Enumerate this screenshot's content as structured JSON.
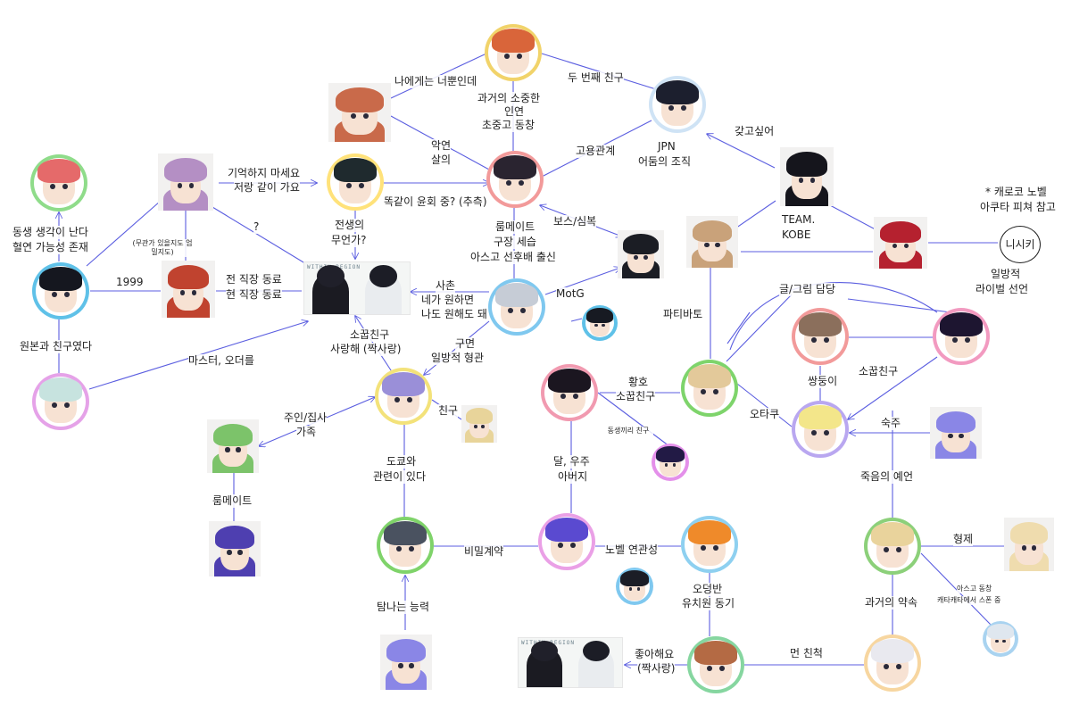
{
  "diagram": {
    "type": "character-relationship-map",
    "nodes": [
      {
        "id": "n_top",
        "shape": "round",
        "hair": "#d9653a",
        "ring": "#f1d36a"
      },
      {
        "id": "n_photo_top",
        "shape": "square",
        "hair": "#c96a4a",
        "ring": "#f5e6df"
      },
      {
        "id": "n_blackhair_top",
        "shape": "round",
        "hair": "#1c1f2e",
        "ring": "#cfe3f5"
      },
      {
        "id": "n_pink",
        "shape": "round",
        "hair": "#e56a6a",
        "ring": "#8fdc8a"
      },
      {
        "id": "n_lilac_sq",
        "shape": "square",
        "hair": "#b48fc4",
        "ring": "#e8e3ea"
      },
      {
        "id": "n_curly",
        "shape": "round",
        "hair": "#1f2a2e",
        "ring": "#ffe27a"
      },
      {
        "id": "n_center",
        "shape": "round",
        "hair": "#2a2430",
        "ring": "#f29a9a"
      },
      {
        "id": "n_longhair",
        "shape": "square",
        "hair": "#15151c",
        "ring": "#ececec"
      },
      {
        "id": "n_black_left",
        "shape": "round",
        "hair": "#15171f",
        "ring": "#5fc1e8"
      },
      {
        "id": "n_redhead_sq",
        "shape": "square",
        "hair": "#c0432f",
        "ring": "#ffffff"
      },
      {
        "id": "n_silver",
        "shape": "round",
        "hair": "#c6ccd6",
        "ring": "#7fc8ef"
      },
      {
        "id": "n_suit_sq",
        "shape": "square",
        "hair": "#1b1d24",
        "ring": "#ffffff"
      },
      {
        "id": "n_small_black",
        "shape": "round",
        "hair": "#171a22",
        "ring": "#5fc1e8"
      },
      {
        "id": "n_tan_sq",
        "shape": "square",
        "hair": "#c9a27a",
        "ring": "#e5f0dc"
      },
      {
        "id": "n_red_sq",
        "shape": "square",
        "hair": "#b5212f",
        "ring": "#e8f0e6"
      },
      {
        "id": "n_mint",
        "shape": "round",
        "hair": "#c7e3df",
        "ring": "#e5a2e8"
      },
      {
        "id": "n_purple",
        "shape": "round",
        "hair": "#9a8fd8",
        "ring": "#f3e27a"
      },
      {
        "id": "n_green_sq",
        "shape": "square",
        "hair": "#7cc36a",
        "ring": "#ffffff"
      },
      {
        "id": "n_blonde_small",
        "shape": "square",
        "hair": "#e8d49a",
        "ring": "#ffffff"
      },
      {
        "id": "n_black_pink",
        "shape": "round",
        "hair": "#1b1620",
        "ring": "#f19ab0"
      },
      {
        "id": "n_blonde_green",
        "shape": "round",
        "hair": "#e3c99a",
        "ring": "#7ed46b"
      },
      {
        "id": "n_mixed",
        "shape": "round",
        "hair": "#8b6f5c",
        "ring": "#f29a9a"
      },
      {
        "id": "n_dark_purple",
        "shape": "round",
        "hair": "#1d1530",
        "ring": "#f29ac0"
      },
      {
        "id": "n_yellow",
        "shape": "round",
        "hair": "#f3e68a",
        "ring": "#b9a7f0"
      },
      {
        "id": "n_glow_sq",
        "shape": "square",
        "hair": "#8a86e6",
        "ring": "#ffffff"
      },
      {
        "id": "n_purple_round_sm",
        "shape": "round",
        "hair": "#221a45",
        "ring": "#e490ea"
      },
      {
        "id": "n_indigo",
        "shape": "square",
        "hair": "#4e3fb0",
        "ring": "#ffffff"
      },
      {
        "id": "n_grey",
        "shape": "round",
        "hair": "#4a5260",
        "ring": "#7fd36a"
      },
      {
        "id": "n_blue_purple",
        "shape": "round",
        "hair": "#5a4ad0",
        "ring": "#eaa0e6"
      },
      {
        "id": "n_orange",
        "shape": "round",
        "hair": "#ef8a2a",
        "ring": "#8ed0f0"
      },
      {
        "id": "n_small_dark2",
        "shape": "round",
        "hair": "#1b1d26",
        "ring": "#7fc8ef"
      },
      {
        "id": "n_blonde_round",
        "shape": "round",
        "hair": "#e9d39c",
        "ring": "#8cd07a"
      },
      {
        "id": "n_blonde_sq2",
        "shape": "square",
        "hair": "#efdcae",
        "ring": "#ffffff"
      },
      {
        "id": "n_silver_sm",
        "shape": "round",
        "hair": "#dfe7ef",
        "ring": "#a9d3f0"
      },
      {
        "id": "n_white",
        "shape": "round",
        "hair": "#e9e9ef",
        "ring": "#f7d6a0"
      },
      {
        "id": "n_brown",
        "shape": "round",
        "hair": "#b46a44",
        "ring": "#86d6a0"
      },
      {
        "id": "n_glow_sq2",
        "shape": "square",
        "hair": "#8a86e6",
        "ring": "#ffffff"
      }
    ],
    "groups": [
      {
        "id": "g_mid",
        "caption": "WITHIN REGION"
      },
      {
        "id": "g_bottom",
        "caption": "WITHIN REGION"
      }
    ],
    "text_node": {
      "id": "nishiki",
      "label": "니시키"
    },
    "labels": {
      "l1": "나에게는 너뿐인데",
      "l2a": "과거의 소중한",
      "l2b": "인연",
      "l2c": "초중고 동창",
      "l3": "두 번째 친구",
      "l4a": "악연",
      "l4b": "살의",
      "l5": "고용관계",
      "l6a": "JPN",
      "l6b": "어둠의 조직",
      "l7": "갖고싶어",
      "l8a": "기억하지 마세요",
      "l8b": "저랑 같이 가요",
      "l9": "똑같이 윤회 중? (추측)",
      "l10a": "동생 생각이 난다",
      "l10b": "혈연 가능성 존재",
      "l11a": "전생의",
      "l11b": "무언가?",
      "l12": "?",
      "l13a": "룸메이트",
      "l13b": "구장 세습",
      "l13c": "아스고 선후배 출신",
      "l14": "보스/심복",
      "l15a": "* 캐로코 노벨",
      "l15b": "아쿠타 피쳐 참고",
      "l16a": "TEAM.",
      "l16b": "KOBE",
      "l17": "(무관가 있을지도 엄밀지도)",
      "l18": "1999",
      "l19a": "전 직장 동료",
      "l19b": "현 직장 동료",
      "l20a": "사촌",
      "l20b": "네가 원하면",
      "l20c": "나도 원해도 돼",
      "l21": "MotG",
      "l22a": "일방적",
      "l22b": "라이벌 선언",
      "l23": "글/그림 담당",
      "l24": "파티바토",
      "l25": "원본과 친구였다",
      "l26": "마스터, 오더를",
      "l27a": "소꿉친구",
      "l27b": "사랑해 (짝사랑)",
      "l28a": "구면",
      "l28b": "일방적 형관",
      "l29a": "황호",
      "l29b": "소꿉친구",
      "l30": "쌍둥이",
      "l31": "소꿉친구",
      "l32": "오타쿠",
      "l33a": "주인/집사",
      "l33b": "가족",
      "l34": "친구",
      "l35": "동생끼리 친구",
      "l36": "숙주",
      "l37a": "도쿄와",
      "l37b": "관련이 있다",
      "l38a": "달, 우주",
      "l38b": "아버지",
      "l39": "죽음의 예언",
      "l40": "룸메이트",
      "l41": "비밀계약",
      "l42": "노벨 연관성",
      "l43": "형제",
      "l44a": "오덩반",
      "l44b": "유치원 동기",
      "l45": "과거의 약속",
      "l46a": "아스고 동창",
      "l46b": "캐타캐타에서 스폰 중",
      "l47": "탐나는 능력",
      "l48a": "좋아해요",
      "l48b": "(짝사랑)",
      "l49": "먼 친척"
    }
  }
}
